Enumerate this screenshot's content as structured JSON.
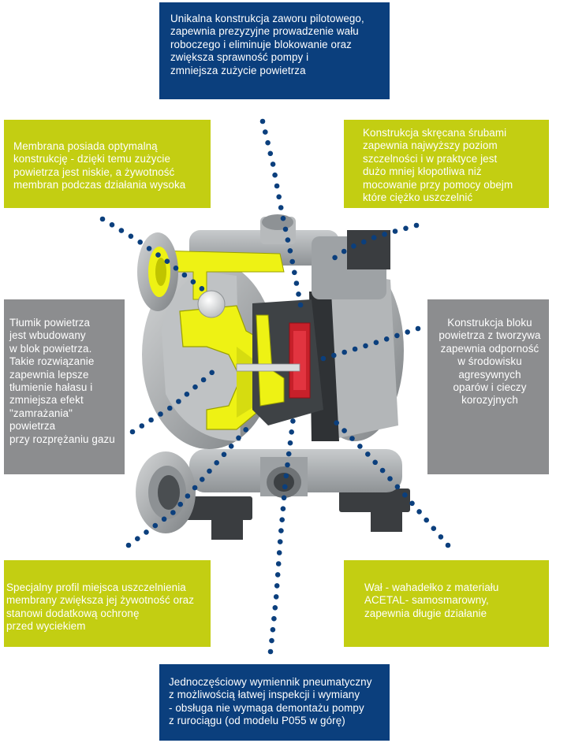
{
  "colors": {
    "blue": "#0b3f7d",
    "lime": "#c3ce12",
    "grey": "#8c8d8f",
    "dot": "#0b3f7d"
  },
  "callouts": {
    "top": "Unikalna konstrukcja zaworu pilotowego,\nzapewnia prezyzyjne prowadzenie wału\nroboczego i eliminuje blokowanie oraz\nzwiększa sprawność pompy i\nzmniejsza zużycie powietrza",
    "top_left": "Membrana posiada optymalną\nkonstrukcję - dzięki temu zużycie\npowietrza jest niskie, a żywotność\nmembran podczas działania wysoka",
    "top_right": "Konstrukcja skręcana śrubami\nzapewnia najwyższy poziom\nszczelności i w praktyce jest\ndużo mniej kłopotliwa niż\nmocowanie przy pomocy obejm\nktóre ciężko uszczelnić",
    "mid_left": "Tłumik powietrza\njest wbudowany\nw blok powietrza.\nTakie rozwiązanie\nzapewnia lepsze\ntłumienie hałasu i\nzmniejsza efekt\n\"zamrażania\"\npowietrza\nprzy rozprężaniu gazu",
    "mid_right": "Konstrukcja bloku\npowietrza z tworzywa\nzapewnia odporność\nw środowisku\nagresywnych\noparów i cieczy\nkorozyjnych",
    "bottom_left": "Specjalny profil miejsca uszczelnienia\nmembrany zwiększa jej żywotność oraz\nstanowi dodatkową ochronę\nprzed wyciekiem",
    "bottom_right": "Wał - wahadełko z materiału\nACETAL- samosmarowny,\nzapewnia długie działanie",
    "bottom": "Jednoczęściowy wymiennik pneumatyczny\nz możliwością łatwej inspekcji i wymiany\n- obsługa nie wymaga demontażu pompy\nz rurociągu (od modelu P055 w górę)"
  }
}
